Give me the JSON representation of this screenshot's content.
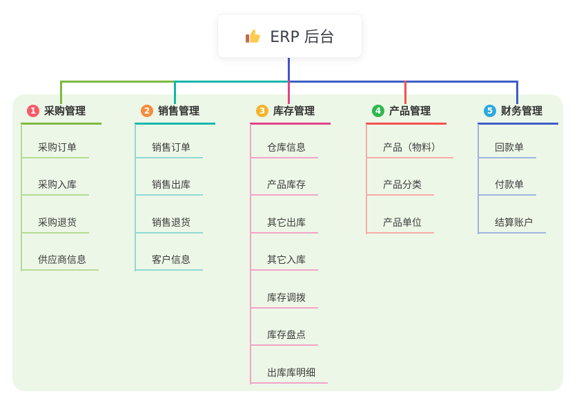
{
  "root": {
    "title": "ERP 后台",
    "icon": "thumbs-up-icon",
    "colors": {
      "line": "#4353c9"
    }
  },
  "panel": {
    "colors": {
      "panel_bg": "#edf7e7"
    }
  },
  "branches": [
    {
      "badge": "1",
      "label": "采购管理",
      "colors": {
        "badge": "#f75b68",
        "line": "#7cb93e",
        "line_light": "#b5da92"
      },
      "children": [
        "采购订单",
        "采购入库",
        "采购退货",
        "供应商信息"
      ]
    },
    {
      "badge": "2",
      "label": "销售管理",
      "colors": {
        "badge": "#f78c3c",
        "line": "#12b5ac",
        "line_light": "#8ed9d3"
      },
      "children": [
        "销售订单",
        "销售出库",
        "销售退货",
        "客户信息"
      ]
    },
    {
      "badge": "3",
      "label": "库存管理",
      "colors": {
        "badge": "#f6b42c",
        "line": "#e0418d",
        "line_light": "#f2a3c8"
      },
      "children": [
        "仓库信息",
        "产品库存",
        "其它出库",
        "其它入库",
        "库存调拨",
        "库存盘点",
        "出库库明细"
      ]
    },
    {
      "badge": "4",
      "label": "产品管理",
      "colors": {
        "badge": "#2db84e",
        "line": "#f4504d",
        "line_light": "#f9aba7"
      },
      "children": [
        "产品（物料）",
        "产品分类",
        "产品单位"
      ]
    },
    {
      "badge": "5",
      "label": "财务管理",
      "colors": {
        "badge": "#2ba9e0",
        "line": "#3d5cc5",
        "line_light": "#9db4e2"
      },
      "children": [
        "回款单",
        "付款单",
        "结算账户"
      ]
    }
  ]
}
